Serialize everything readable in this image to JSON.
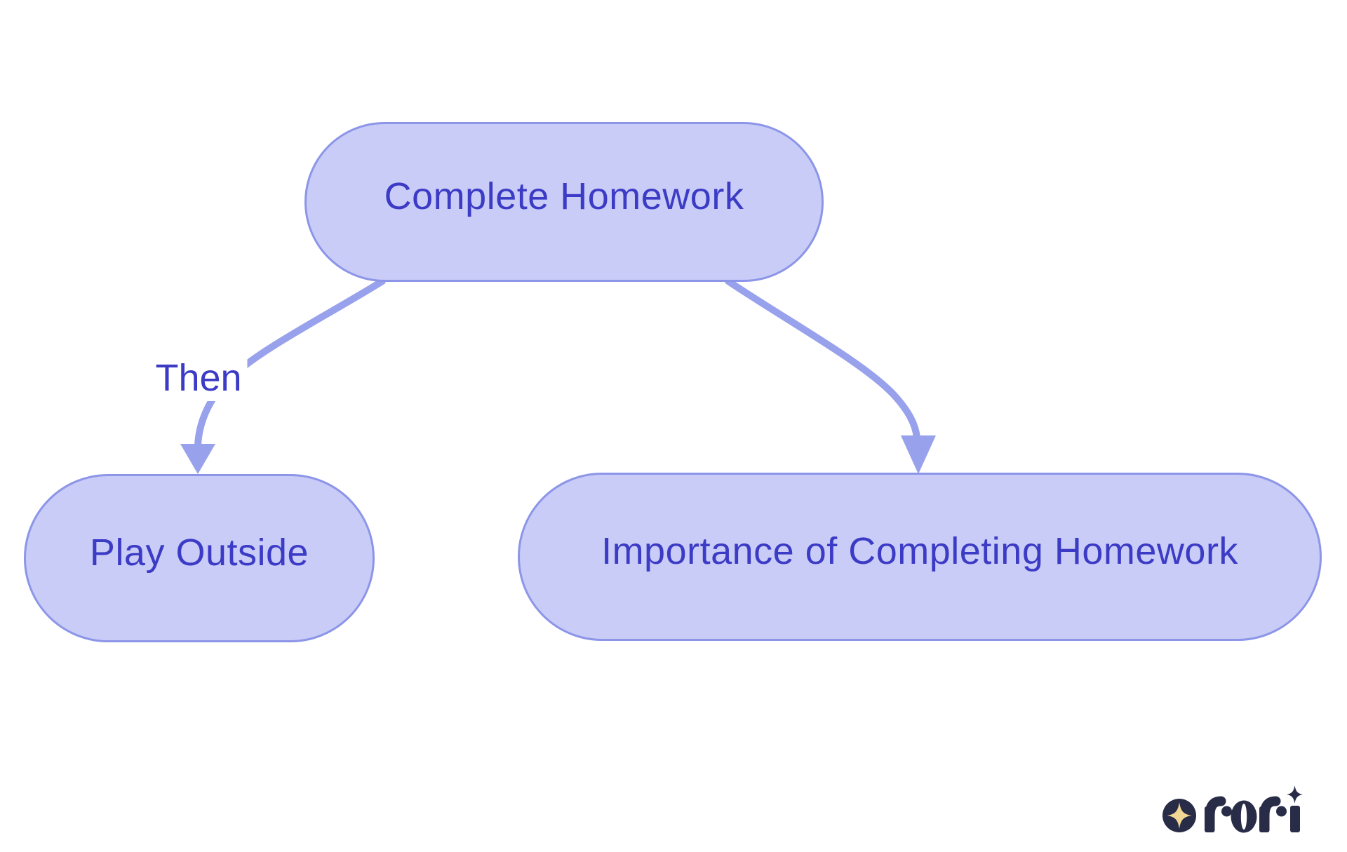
{
  "diagram": {
    "nodes": [
      {
        "id": "complete-homework",
        "label": "Complete Homework"
      },
      {
        "id": "play-outside",
        "label": "Play Outside"
      },
      {
        "id": "importance-of-completing-homework",
        "label": "Importance of Completing Homework"
      }
    ],
    "edges": [
      {
        "from": "complete-homework",
        "to": "play-outside",
        "label": "Then"
      },
      {
        "from": "complete-homework",
        "to": "importance-of-completing-homework",
        "label": ""
      }
    ],
    "colors": {
      "node_fill": "#c9ccf6",
      "node_border": "#8c95e8",
      "node_text": "#3c3bc6",
      "edge_stroke": "#98a1eb",
      "arrowhead_fill": "#98a1eb",
      "edge_label_text": "#3c3bc6",
      "background": "#ffffff"
    }
  },
  "logo": {
    "brand": "rori",
    "colors": {
      "mark": "#282c47",
      "star": "#f2d694"
    }
  }
}
